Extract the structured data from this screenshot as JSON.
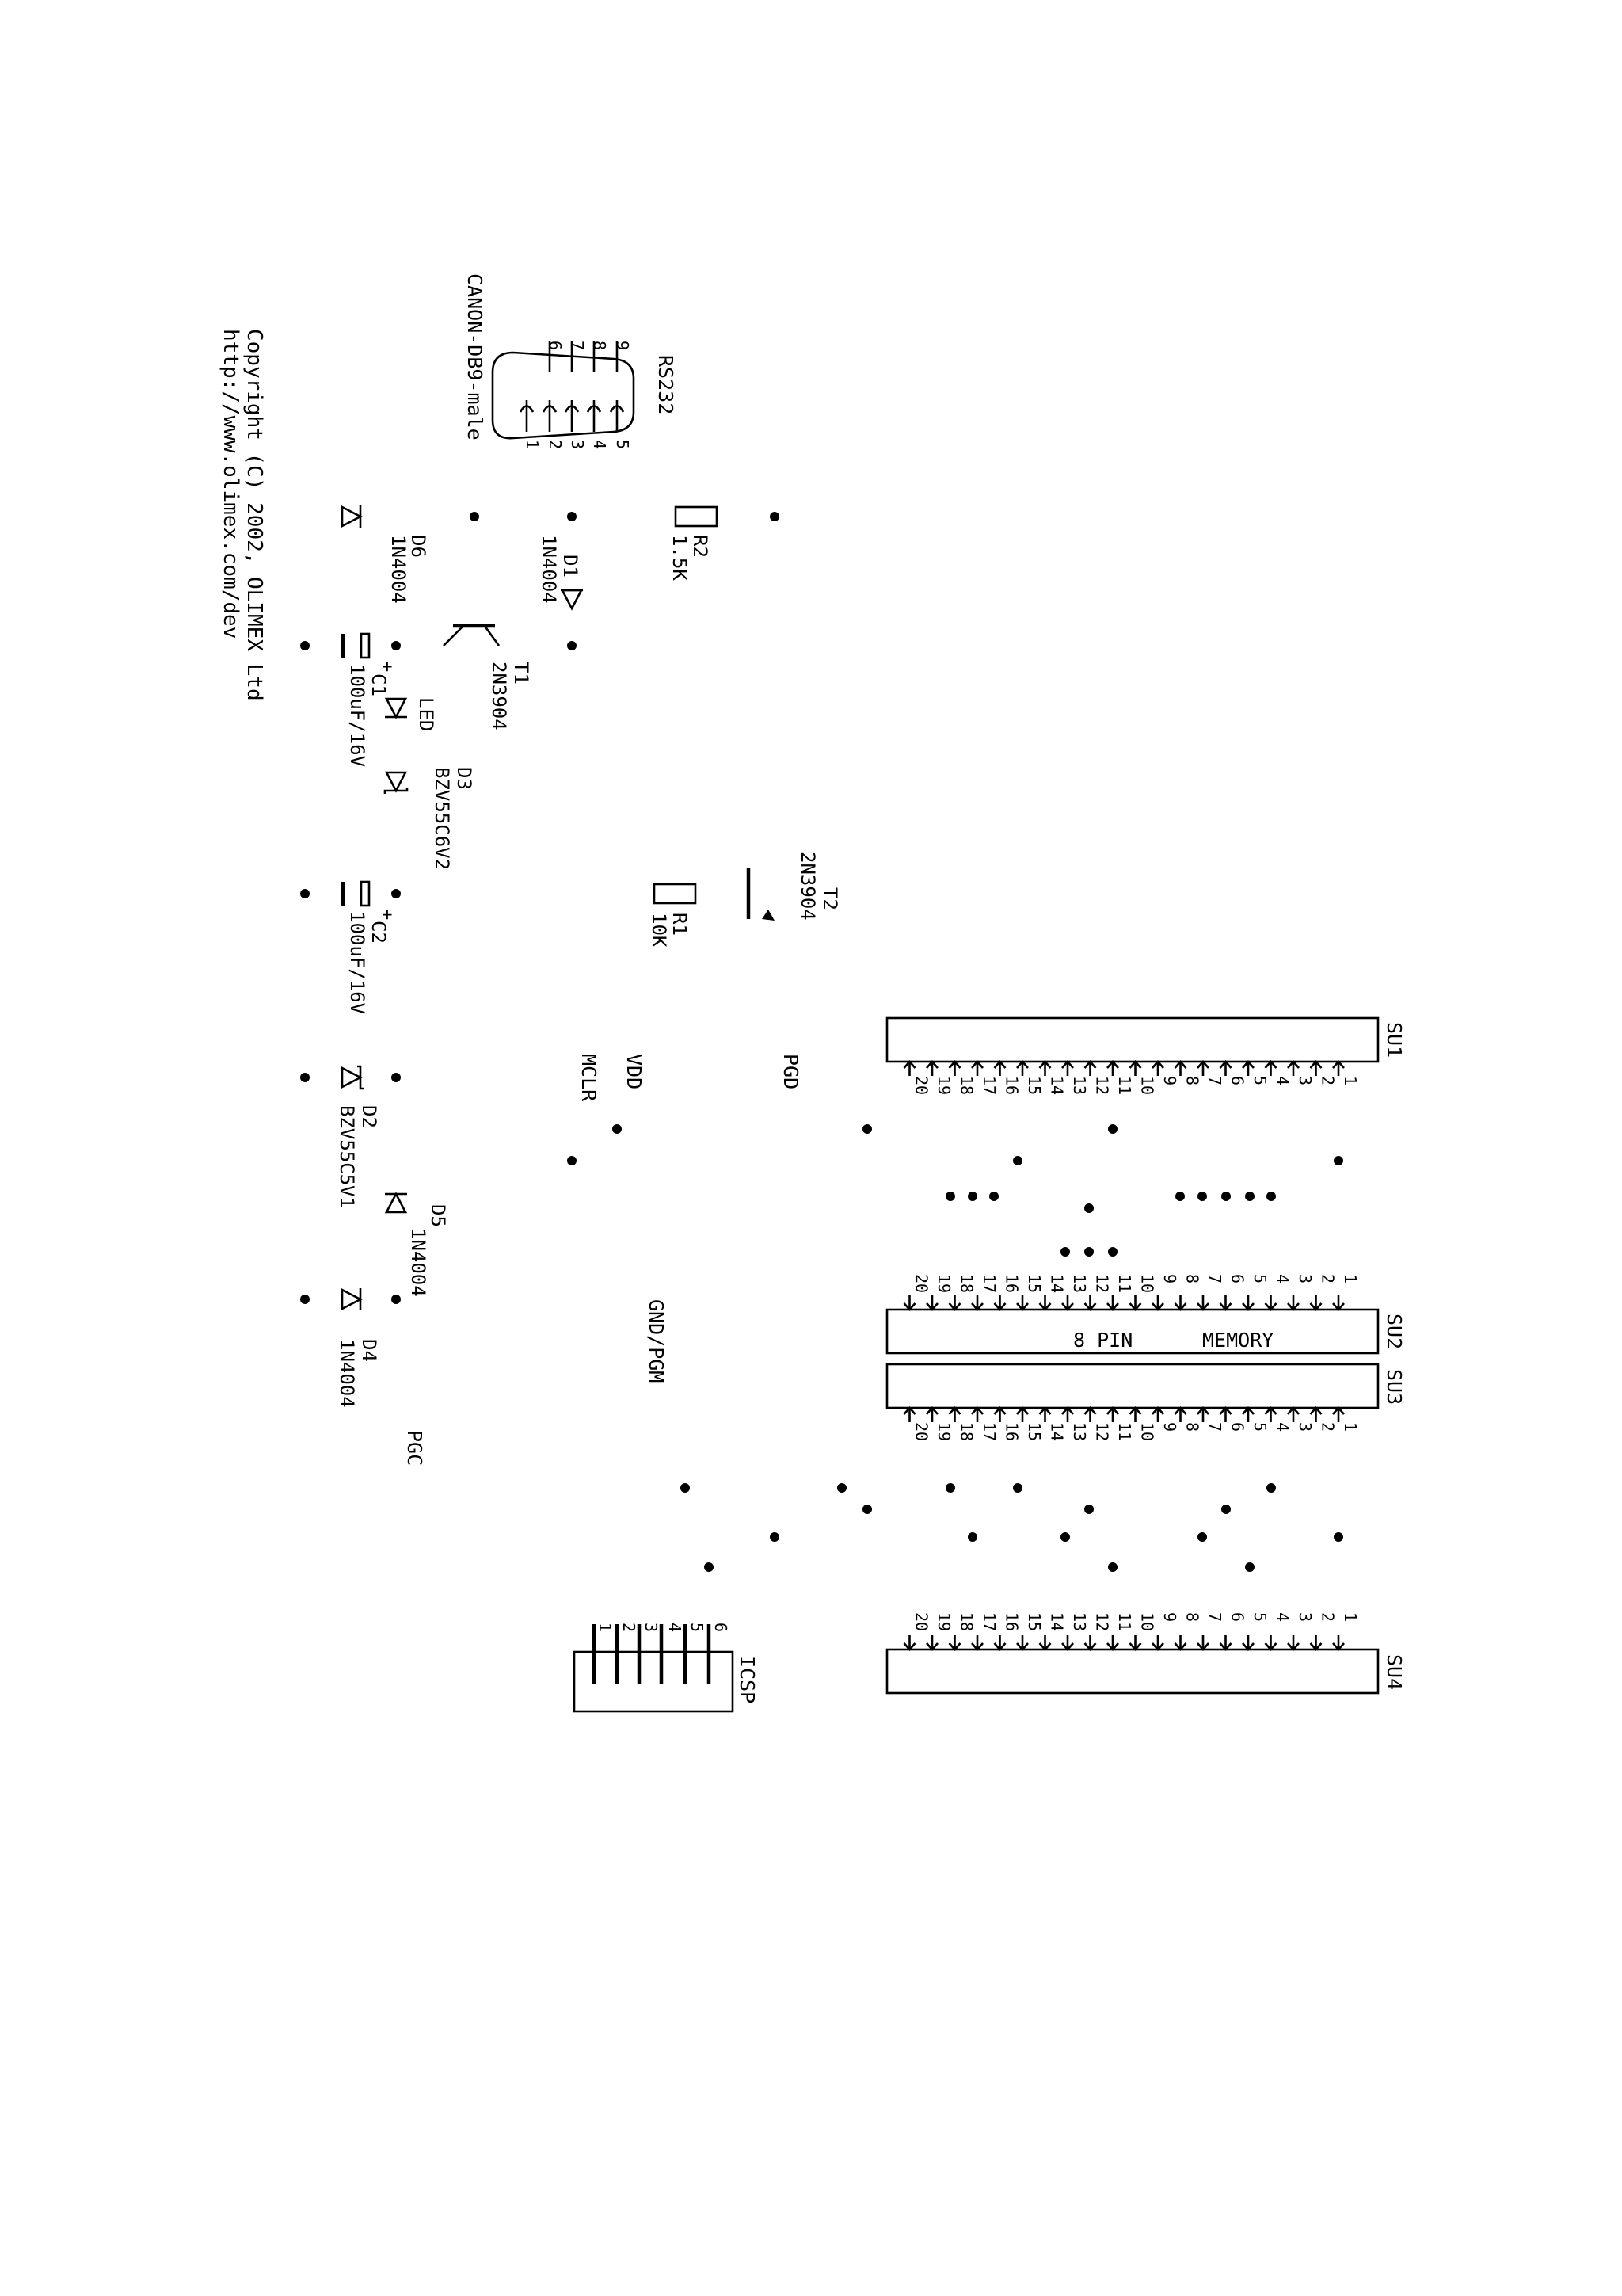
{
  "copyright": {
    "line1": "Copyright (C) 2002, OLIMEX Ltd",
    "line2": "http://www.olimex.com/dev"
  },
  "rs232": {
    "ref": "RS232",
    "type": "CANON-DB9-male",
    "top_pins": [
      "6",
      "7",
      "8",
      "9"
    ],
    "bottom_pins": [
      "1",
      "2",
      "3",
      "4",
      "5"
    ]
  },
  "components": {
    "r2": {
      "ref": "R2",
      "value": "1.5K"
    },
    "r1": {
      "ref": "R1",
      "value": "10K"
    },
    "d1": {
      "ref": "D1",
      "value": "1N4004"
    },
    "d6": {
      "ref": "D6",
      "value": "1N4004"
    },
    "t1": {
      "ref": "T1",
      "value": "2N3904"
    },
    "t2": {
      "ref": "T2",
      "value": "2N3904"
    },
    "c1": {
      "ref": "C1",
      "value": "100uF/16V",
      "plus": "+"
    },
    "c2": {
      "ref": "C2",
      "value": "100uF/16V",
      "plus": "+"
    },
    "led": {
      "ref": "LED"
    },
    "d3": {
      "ref": "D3",
      "value": "BZV55C6V2"
    },
    "d2": {
      "ref": "D2",
      "value": "BZV55C5V1"
    },
    "d5": {
      "ref": "D5",
      "value": "1N4004"
    },
    "d4": {
      "ref": "D4",
      "value": "1N4004"
    }
  },
  "nets": {
    "mclr": "MCLR",
    "vdd": "VDD",
    "pgd": "PGD",
    "pgc": "PGC",
    "gnd": "GND/PGM"
  },
  "icsp": {
    "ref": "ICSP",
    "pins": [
      "1",
      "2",
      "3",
      "4",
      "5",
      "6"
    ]
  },
  "sockets": {
    "su1": "SU1",
    "su2": "SU2",
    "su3": "SU3",
    "su4": "SU4",
    "su2_label_left": "8 PIN",
    "su2_label_right": "MEMORY",
    "pins": [
      "1",
      "2",
      "3",
      "4",
      "5",
      "6",
      "7",
      "8",
      "9",
      "10",
      "11",
      "12",
      "13",
      "14",
      "15",
      "16",
      "17",
      "18",
      "19",
      "20"
    ]
  }
}
